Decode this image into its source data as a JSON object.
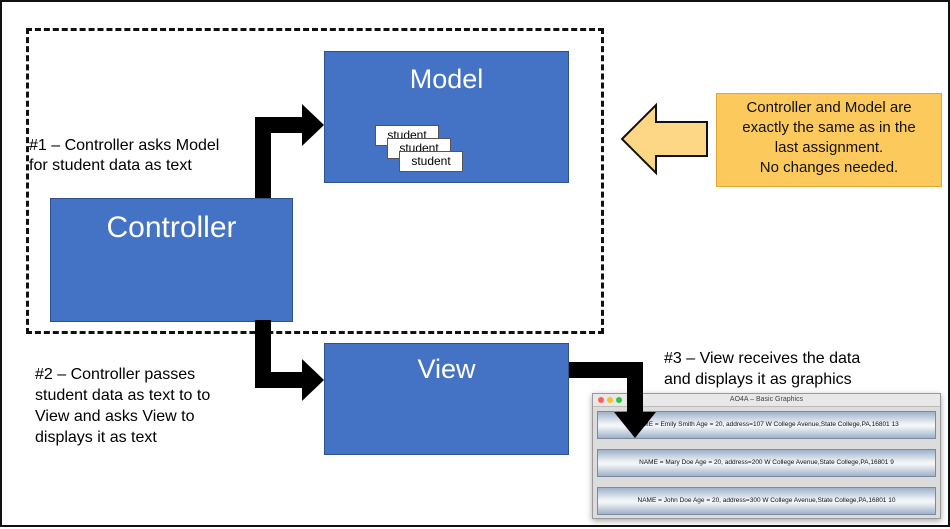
{
  "model": {
    "title": "Model",
    "cards": [
      "student",
      "student",
      "student"
    ]
  },
  "controller": {
    "title": "Controller"
  },
  "view": {
    "title": "View"
  },
  "steps": {
    "step1": [
      "#1 – Controller asks Model",
      "for student data as text"
    ],
    "step2": [
      "#2 – Controller passes",
      "student data as text to to",
      "View and asks View to",
      "displays it as text"
    ],
    "step3": [
      "#3 – View receives the data",
      "and displays it as graphics"
    ]
  },
  "note": {
    "lines": [
      "Controller and Model are",
      "exactly the same as in the",
      "last assignment.",
      "No changes needed."
    ]
  },
  "screenshot": {
    "window_title": "AO4A – Basic Graphics",
    "rows": [
      "NAME = Emily  Smith  Age = 20, address=107 W College Avenue,State College,PA,16801 13",
      "NAME = Mary  Doe  Age = 20, address=200 W College Avenue,State College,PA,16801 9",
      "NAME = John  Doe  Age = 20, address=300 W College Avenue,State College,PA,16801 10"
    ]
  },
  "colors": {
    "box_blue": "#4472c4",
    "note_fill": "#fcc95c",
    "note_arrow": "#fdd686",
    "arrow": "#000000"
  }
}
